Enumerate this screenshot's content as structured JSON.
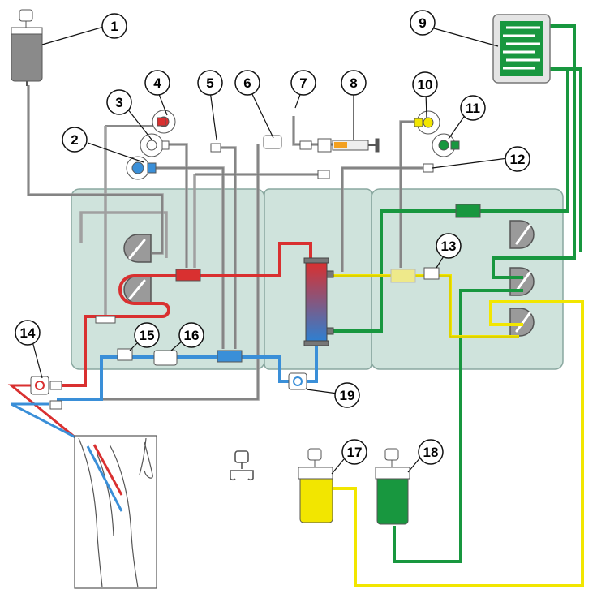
{
  "callouts": [
    {
      "id": "1",
      "label": "1"
    },
    {
      "id": "2",
      "label": "2"
    },
    {
      "id": "3",
      "label": "3"
    },
    {
      "id": "4",
      "label": "4"
    },
    {
      "id": "5",
      "label": "5"
    },
    {
      "id": "6",
      "label": "6"
    },
    {
      "id": "7",
      "label": "7"
    },
    {
      "id": "8",
      "label": "8"
    },
    {
      "id": "9",
      "label": "9"
    },
    {
      "id": "10",
      "label": "10"
    },
    {
      "id": "11",
      "label": "11"
    },
    {
      "id": "12",
      "label": "12"
    },
    {
      "id": "13",
      "label": "13"
    },
    {
      "id": "14",
      "label": "14"
    },
    {
      "id": "15",
      "label": "15"
    },
    {
      "id": "16",
      "label": "16"
    },
    {
      "id": "17",
      "label": "17"
    },
    {
      "id": "18",
      "label": "18"
    },
    {
      "id": "19",
      "label": "19"
    }
  ],
  "colors": {
    "panel": "#cfe3dc",
    "panel_stroke": "#8aa8a0",
    "arterial": "#d93030",
    "venous": "#3a8fd8",
    "dialysate": "#18973f",
    "effluent": "#f2e600",
    "tubing_gray": "#a0a0a0",
    "device_gray": "#8a8a8a"
  }
}
